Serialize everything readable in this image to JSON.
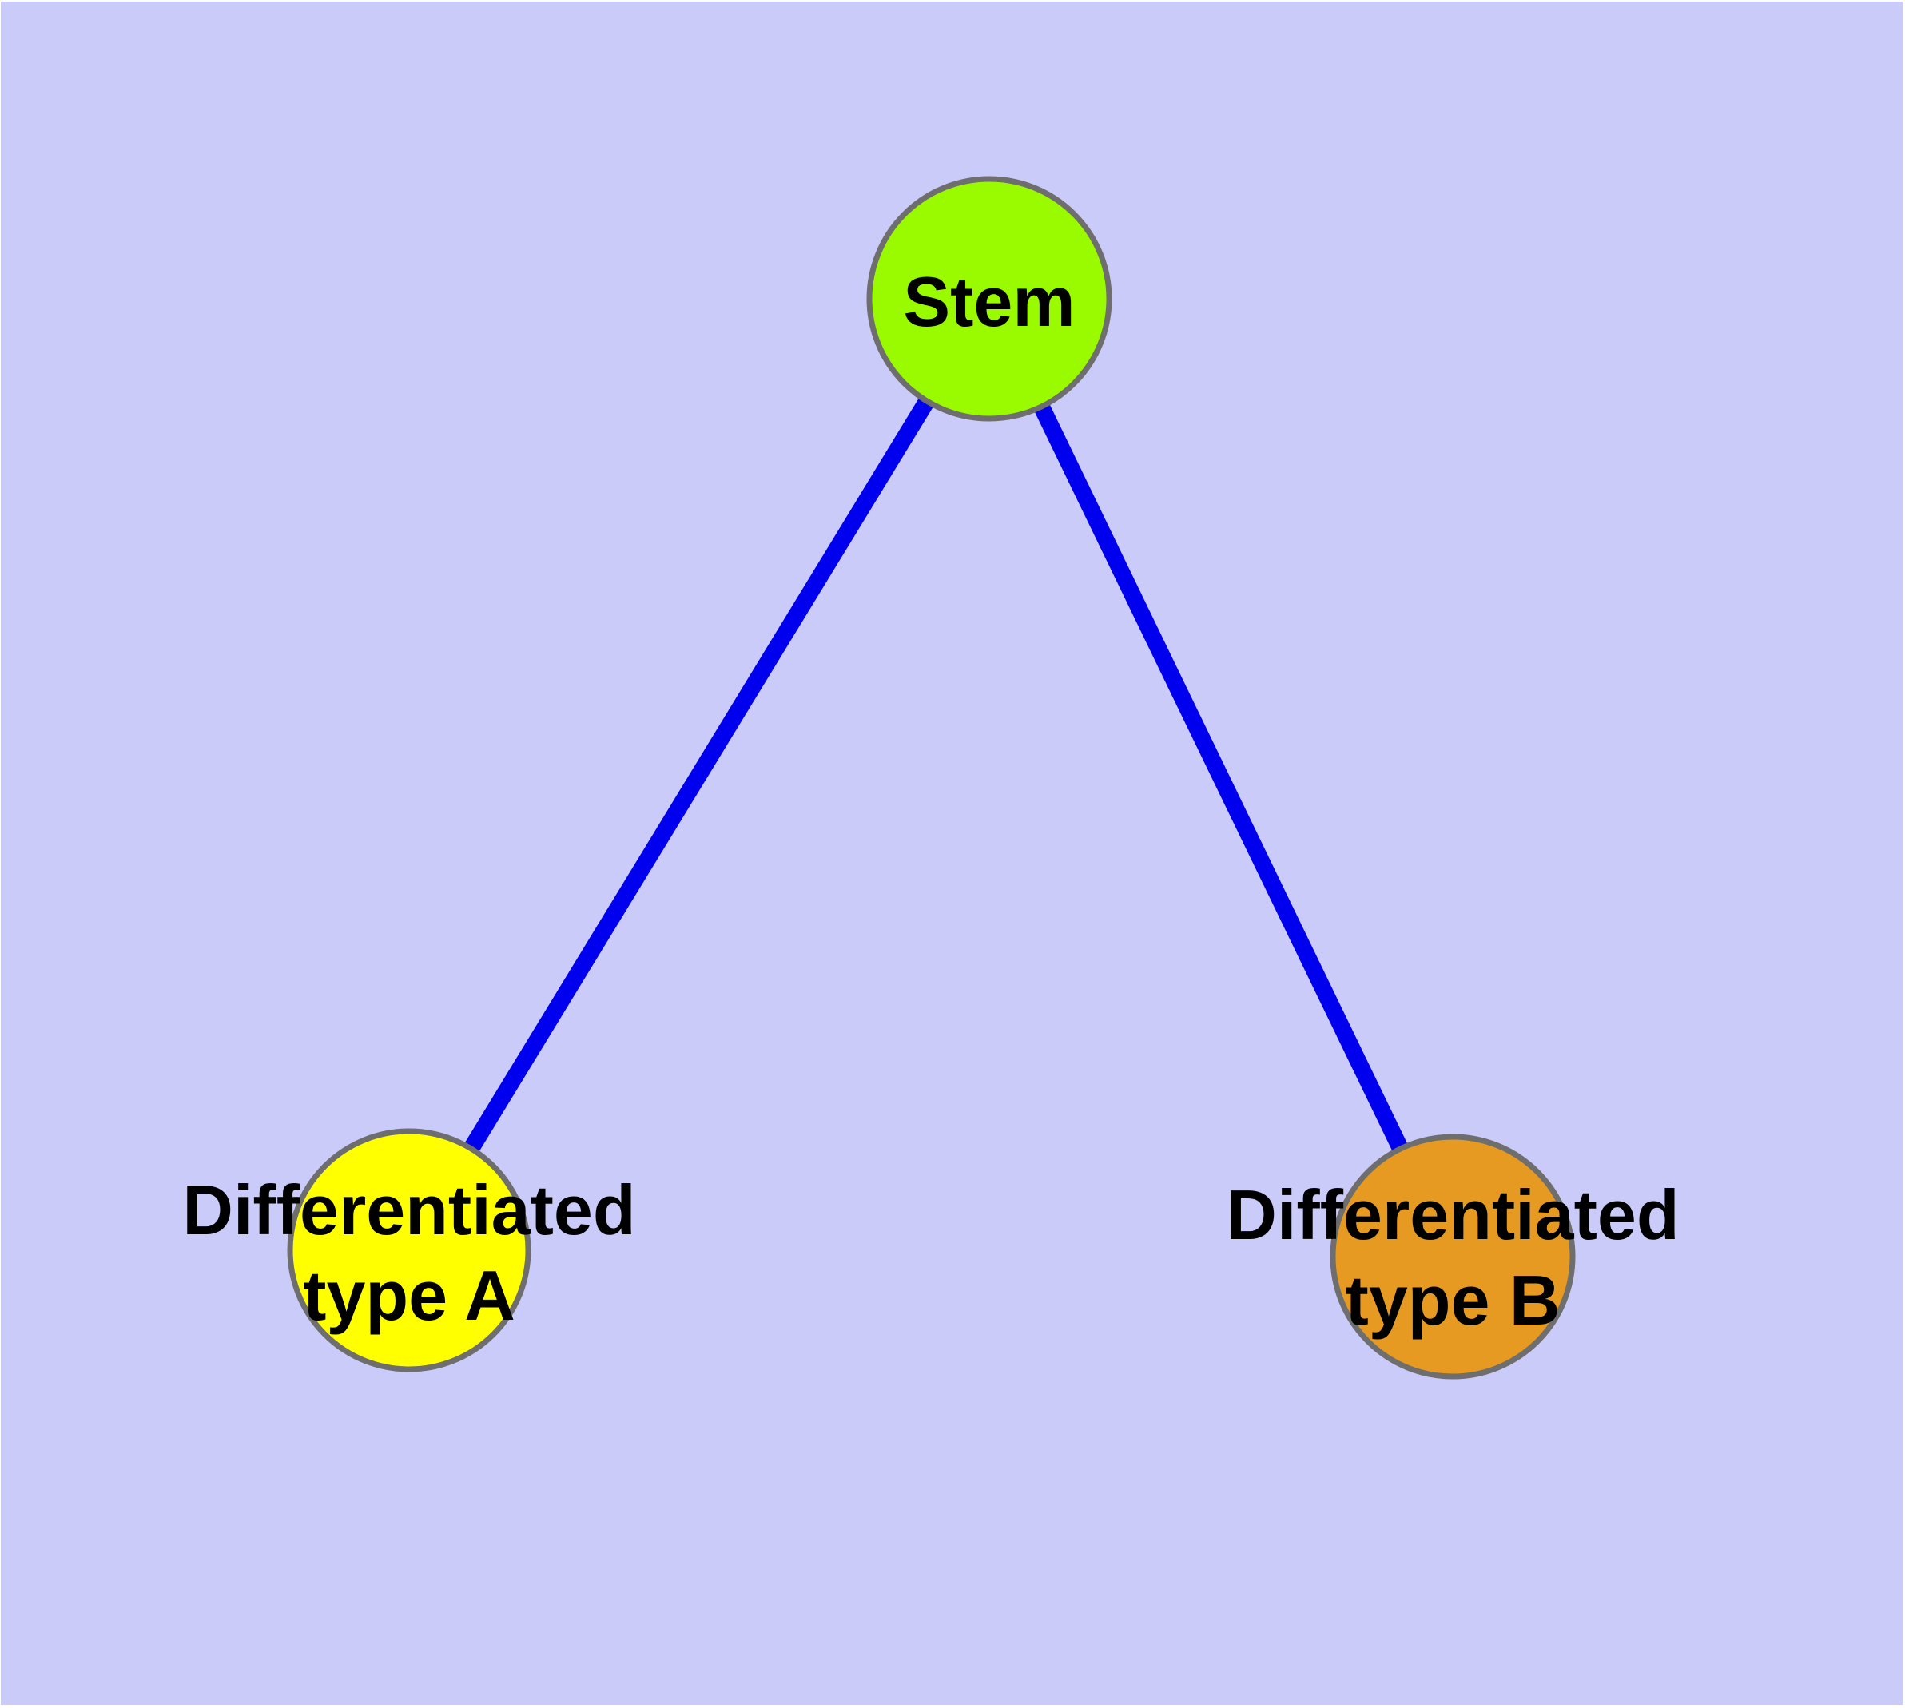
{
  "canvas": {
    "background_color": "#CBCBFA",
    "frame_color": "#FFFFFF"
  },
  "graph": {
    "type": "node-link-diagram",
    "edge_color": "#0000EE",
    "node_border_color": "#6E6E6E",
    "label_color": "#000000",
    "nodes": [
      {
        "id": "stem",
        "label": "Stem",
        "fill_color": "#9AFA00"
      },
      {
        "id": "differentiated-type-a",
        "label_line1": "Differentiated",
        "label_line2": "type A",
        "fill_color": "#FFFF00"
      },
      {
        "id": "differentiated-type-b",
        "label_line1": "Differentiated",
        "label_line2": "type B",
        "fill_color": "#E69A21"
      }
    ],
    "edges": [
      {
        "from": "Stem",
        "to": "Differentiated type A"
      },
      {
        "from": "Stem",
        "to": "Differentiated type B"
      }
    ]
  }
}
